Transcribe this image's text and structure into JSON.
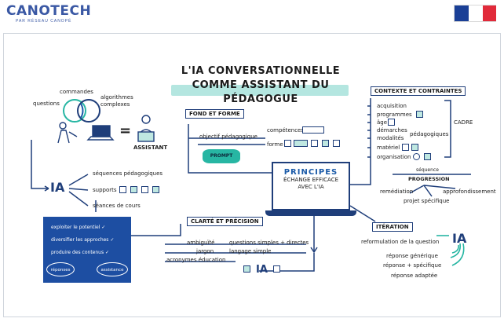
{
  "header": {
    "logo_text": "CANOTECH",
    "logo_sub": "PAR RÉSEAU CANOPÉ"
  },
  "title": {
    "line1": "L'IA CONVERSATIONNELLE",
    "line2": "COMME ASSISTANT DU PÉDAGOGUE"
  },
  "left": {
    "labels": [
      "commandes",
      "questions",
      "algorithmes complexes"
    ],
    "equals": "=",
    "assistant": "ASSISTANT",
    "ia": "IA",
    "uses": [
      "séquences pédagogiques",
      "supports",
      "séances de cours"
    ]
  },
  "blue_panel": {
    "items": [
      "exploiter le potentiel ✓",
      "diversifier les approches ✓",
      "produire des contenus ✓"
    ],
    "bubbles": [
      "réponses",
      "assistance"
    ]
  },
  "fond_forme": {
    "title": "FOND ET FORME",
    "objectif": "objectif pédagogique",
    "competences": "compétences",
    "forme": "forme",
    "prompt": "PROMPT"
  },
  "principes": {
    "title": "PRINCIPES",
    "sub1": "ÉCHANGE EFFICACE",
    "sub2": "AVEC L'IA"
  },
  "contexte": {
    "title": "CONTEXTE ET CONTRAINTES",
    "items": [
      "acquisition",
      "programmes",
      "âge",
      "démarches",
      "modalités",
      "matériel",
      "organisation"
    ],
    "pedagogiques": "pédagogiques",
    "cadre": "CADRE",
    "sequence": "séquence",
    "progression": "PROGRESSION",
    "remediation": "remédiation",
    "approfondissement": "approfondissement",
    "projet": "projet spécifique"
  },
  "clarte": {
    "title": "CLARTÉ ET PRÉCISION",
    "left": [
      "ambiguïté",
      "jargon",
      "acronymes éducation"
    ],
    "right": [
      "questions simples + directes",
      "langage simple"
    ],
    "ia": "IA"
  },
  "iteration": {
    "title": "ITÉRATION",
    "reformulation": "reformulation de la question",
    "ia": "IA",
    "responses": [
      "réponse générique",
      "réponse + spécifique",
      "réponse adaptée"
    ]
  },
  "colors": {
    "navy": "#1f3e7a",
    "teal": "#27b6a3",
    "blue_panel": "#1d4ea2"
  }
}
